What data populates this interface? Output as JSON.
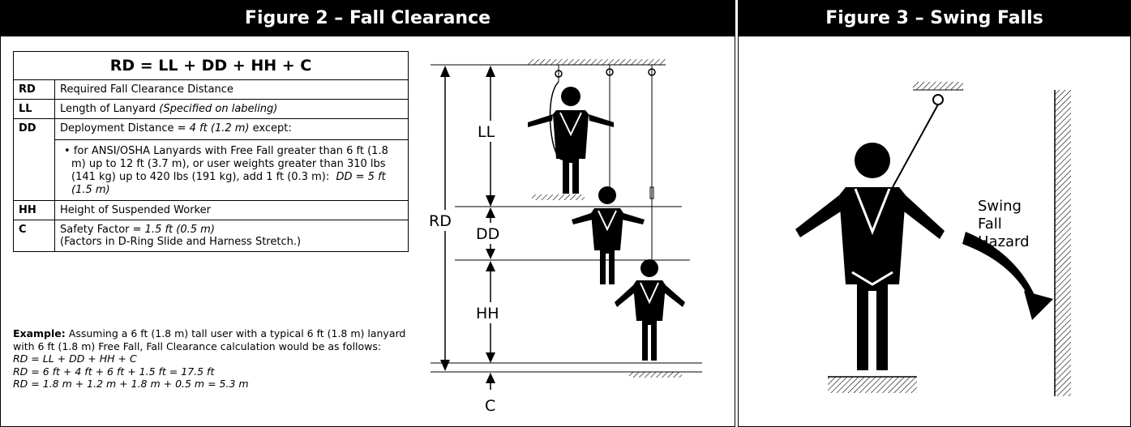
{
  "figure2": {
    "title": "Figure 2 – Fall Clearance",
    "formula_header": "RD = LL + DD + HH + C",
    "rows": [
      {
        "code": "RD",
        "text": "Required Fall Clearance Distance"
      },
      {
        "code": "LL",
        "text": "Length of Lanyard",
        "italic": "(Specified on labeling)"
      },
      {
        "code": "DD",
        "text": "Deployment Distance = ",
        "italic": "4 ft (1.2 m)",
        "after": " except:",
        "bullet": "for ANSI/OSHA Lanyards with Free Fall greater than 6 ft (1.8 m) up to 12 ft (3.7 m), or user weights greater than 310 lbs (141 kg) up to 420 lbs (191 kg), add 1 ft (0.3 m):",
        "bullet_italic": "DD = 5 ft (1.5 m)"
      },
      {
        "code": "HH",
        "text": "Height of Suspended Worker"
      },
      {
        "code": "C",
        "text": "Safety Factor = ",
        "italic": "1.5 ft (0.5 m)",
        "note": "(Factors in D-Ring Slide and Harness Stretch.)"
      }
    ],
    "example_label": "Example:",
    "example_text": "Assuming a 6 ft (1.8 m) tall user with a typical 6 ft (1.8 m) lanyard with 6 ft (1.8 m) Free Fall, Fall Clearance calculation would be as follows:",
    "example_eq1": "RD = LL + DD + HH + C",
    "example_eq2": "RD = 6 ft + 4 ft + 6 ft + 1.5 ft = 17.5 ft",
    "example_eq3": "RD = 1.8 m + 1.2 m + 1.8 m + 0.5 m = 5.3 m",
    "diagram": {
      "RD": "RD",
      "LL": "LL",
      "DD": "DD",
      "HH": "HH",
      "C": "C"
    }
  },
  "figure3": {
    "title": "Figure 3 –  Swing Falls",
    "label1": "Swing",
    "label2": "Fall",
    "label3": "Hazard"
  }
}
